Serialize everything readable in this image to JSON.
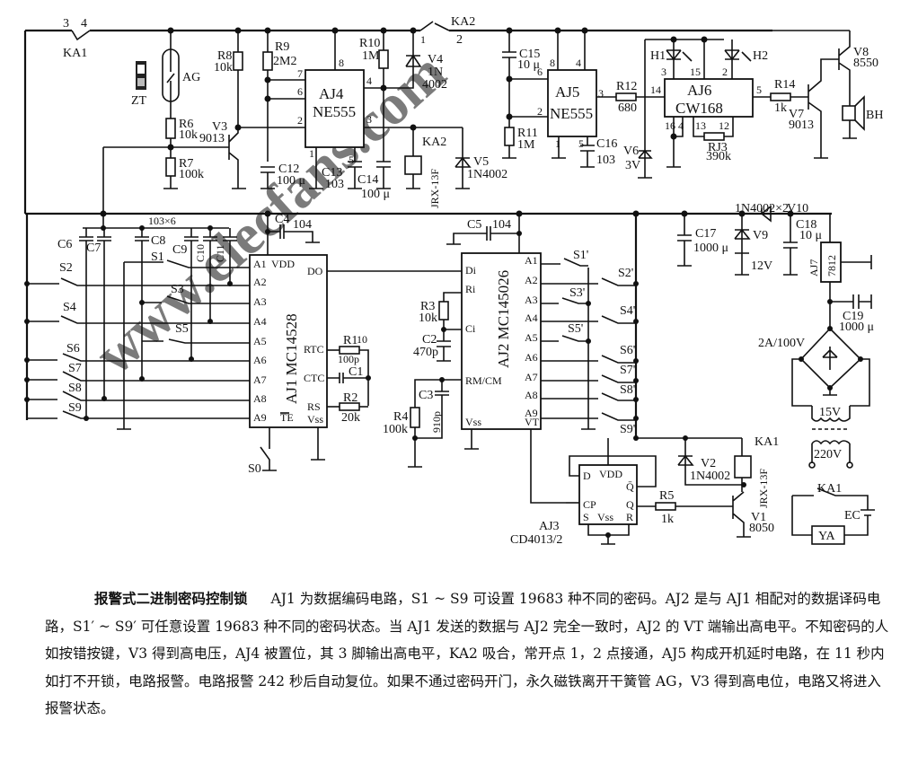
{
  "watermark": "www.elecfans.com",
  "labels": {
    "ka1_top": "KA1",
    "ka1_pin3": "3",
    "ka1_pin4": "4",
    "ag": "AG",
    "zt": "ZT",
    "r6": "R6",
    "r6v": "10k",
    "r7": "R7",
    "r7v": "100k",
    "r8": "R8",
    "r8v": "10k",
    "r9": "R9",
    "r9v": "2M2",
    "v3": "V3",
    "v3v": "9013",
    "c12": "C12",
    "c12v": "100 μ",
    "aj4": "AJ4",
    "aj4v": "NE555",
    "aj4_p8": "8",
    "aj4_p7": "7",
    "aj4_p6": "6",
    "aj4_p2": "2",
    "aj4_p4": "4",
    "aj4_p3": "3",
    "aj4_p1": "1",
    "aj4_p5": "5",
    "c13": "C13",
    "c13v": "103",
    "c14": "C14",
    "c14v": "100 μ",
    "r10": "R10",
    "r10v": "1M",
    "v4": "V4",
    "v4v1": "1N",
    "v4v2": "4002",
    "ka2_relay": "KA2",
    "jrx": "JRX-13F",
    "v5": "V5",
    "v5v": "1N4002",
    "ka2_sw": "KA2",
    "ka2_p1": "1",
    "ka2_p2": "2",
    "c15": "C15",
    "c15v": "10 μ",
    "r11": "R11",
    "r11v": "1M",
    "aj5": "AJ5",
    "aj5v": "NE555",
    "aj5_p8": "8",
    "aj5_p4": "4",
    "aj5_p6": "6",
    "aj5_p2": "2",
    "aj5_p3": "3",
    "aj5_p1": "1",
    "aj5_p5": "5",
    "c16": "C16",
    "c16v": "103",
    "r12": "R12",
    "r12v": "680",
    "v6": "V6",
    "v6v": "3V",
    "h1": "H1",
    "h2": "H2",
    "aj6": "AJ6",
    "aj6v": "CW168",
    "aj6_p3": "3",
    "aj6_p15": "15",
    "aj6_p2": "2",
    "aj6_p14": "14",
    "aj6_p5": "5",
    "aj6_p16": "16",
    "aj6_p4": "4",
    "aj6_p13": "13",
    "aj6_p12": "12",
    "r13": "RJ3",
    "r13v": "390k",
    "r14": "R14",
    "r14v": "1k",
    "v7": "V7",
    "v7v": "9013",
    "v8": "V8",
    "v8v": "8550",
    "bh": "BH",
    "c6": "C6",
    "c7": "C7",
    "c8": "C8",
    "c9": "C9",
    "c10": "C10",
    "c11": "C11",
    "c_group": "103×6",
    "c4": "C4",
    "c4v": "104",
    "s1": "S1",
    "s2": "S2",
    "s3": "S3",
    "s4": "S4",
    "s5": "S5",
    "s6": "S6",
    "s7": "S7",
    "s8": "S8",
    "s9": "S9",
    "s0": "S0",
    "aj1": "AJ1  MC14528",
    "aj1_pins_left": [
      "A1",
      "A2",
      "A3",
      "A4",
      "A5",
      "A6",
      "A7",
      "A8",
      "A9"
    ],
    "aj1_vdd": "VDD",
    "aj1_do": "DO",
    "aj1_rtc": "RTC",
    "aj1_ctc": "CTC",
    "aj1_rs": "RS",
    "aj1_te": "TE",
    "aj1_vss": "Vss",
    "r1": "R1",
    "r1v": "100p",
    "r1n": "10",
    "c1": "C1",
    "r2": "R2",
    "r2v": "20k",
    "c5": "C5",
    "c5v": "104",
    "aj2": "AJ2  MC145026",
    "aj2_di": "Di",
    "aj2_ri": "Ri",
    "aj2_ci": "Ci",
    "aj2_rmcm": "RM/CM",
    "aj2_vss": "Vss",
    "aj2_vt": "VT",
    "aj2_pins_right": [
      "A1",
      "A2",
      "A3",
      "A4",
      "A5",
      "A6",
      "A7",
      "A8",
      "A9"
    ],
    "r3": "R3",
    "r3v": "10k",
    "c2": "C2",
    "c2v": "470p",
    "c3": "C3",
    "c3v": "910p",
    "r4": "R4",
    "r4v": "100k",
    "s1p": "S1'",
    "s2p": "S2'",
    "s3p": "S3'",
    "s4p": "S4'",
    "s5p": "S5'",
    "s6p": "S6'",
    "s7p": "S7'",
    "s8p": "S8'",
    "s9p": "S9'",
    "aj3": "AJ3",
    "aj3v": "CD4013/2",
    "aj3_d": "D",
    "aj3_vdd": "VDD",
    "aj3_qb": "Q̄",
    "aj3_cp": "CP",
    "aj3_q": "Q",
    "aj3_s": "S",
    "aj3_vss": "Vss",
    "aj3_r": "R",
    "r5": "R5",
    "r5v": "1k",
    "v2": "V2",
    "v2v": "1N4002",
    "ka1_relay": "KA1",
    "jrx2": "JRX-13F",
    "v1": "V1",
    "v1v": "8050",
    "dual_diode": "1N4002×2",
    "v10": "V10",
    "c17": "C17",
    "c17v": "1000 μ",
    "v9": "V9",
    "v9v": "12V",
    "c18": "C18",
    "c18v": "10 μ",
    "aj7": "AJ7",
    "aj7v": "7812",
    "c19": "C19",
    "c19v": "1000 μ",
    "bridge": "2A/100V",
    "t_sec": "15V",
    "t_pri": "220V",
    "ka1_sw": "KA1",
    "ec": "EC",
    "ya": "YA"
  },
  "caption": {
    "title": "报警式二进制密码控制锁",
    "body": "AJ1 为数据编码电路，S1 ~ S9 可设置 19683 种不同的密码。AJ2 是与 AJ1 相配对的数据译码电路，S1′ ~ S9′ 可任意设置 19683 种不同的密码状态。当 AJ1 发送的数据与 AJ2 完全一致时，AJ2 的 VT 端输出高电平。不知密码的人如按错按键，V3 得到高电压，AJ4 被置位，其 3 脚输出高电平，KA2 吸合，常开点 1，2 点接通，AJ5 构成开机延时电路，在 11 秒内如打不开锁，电路报警。电路报警 242 秒后自动复位。如果不通过密码开门，永久磁铁离开干簧管 AG，V3 得到高电位，电路又将进入报警状态。"
  }
}
